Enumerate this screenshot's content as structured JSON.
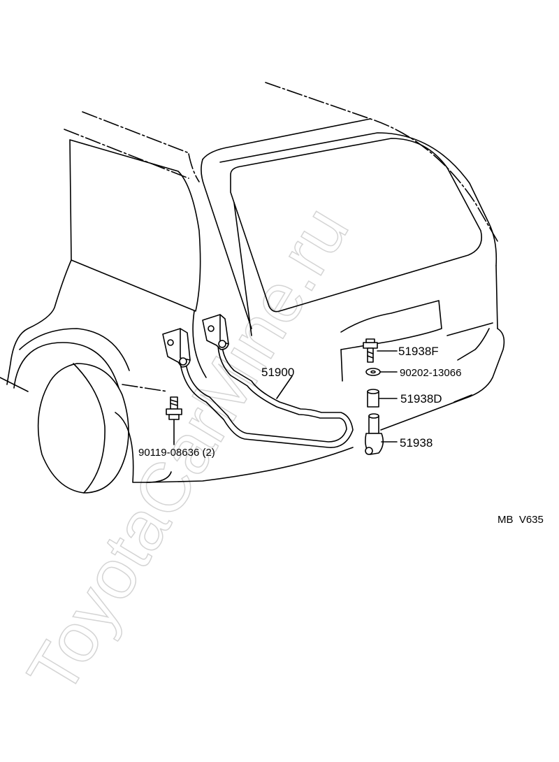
{
  "watermark": "ToyotaCarMine.ru",
  "diagram_code": "MB  V635",
  "callouts": [
    {
      "id": "hose",
      "label": "51900"
    },
    {
      "id": "bolt-f",
      "label": "51938F"
    },
    {
      "id": "washer",
      "label": "90202-13066"
    },
    {
      "id": "spacer-d",
      "label": "51938D"
    },
    {
      "id": "hook",
      "label": "51938"
    },
    {
      "id": "bolt-side",
      "label": "90119-08636 (2)"
    }
  ]
}
